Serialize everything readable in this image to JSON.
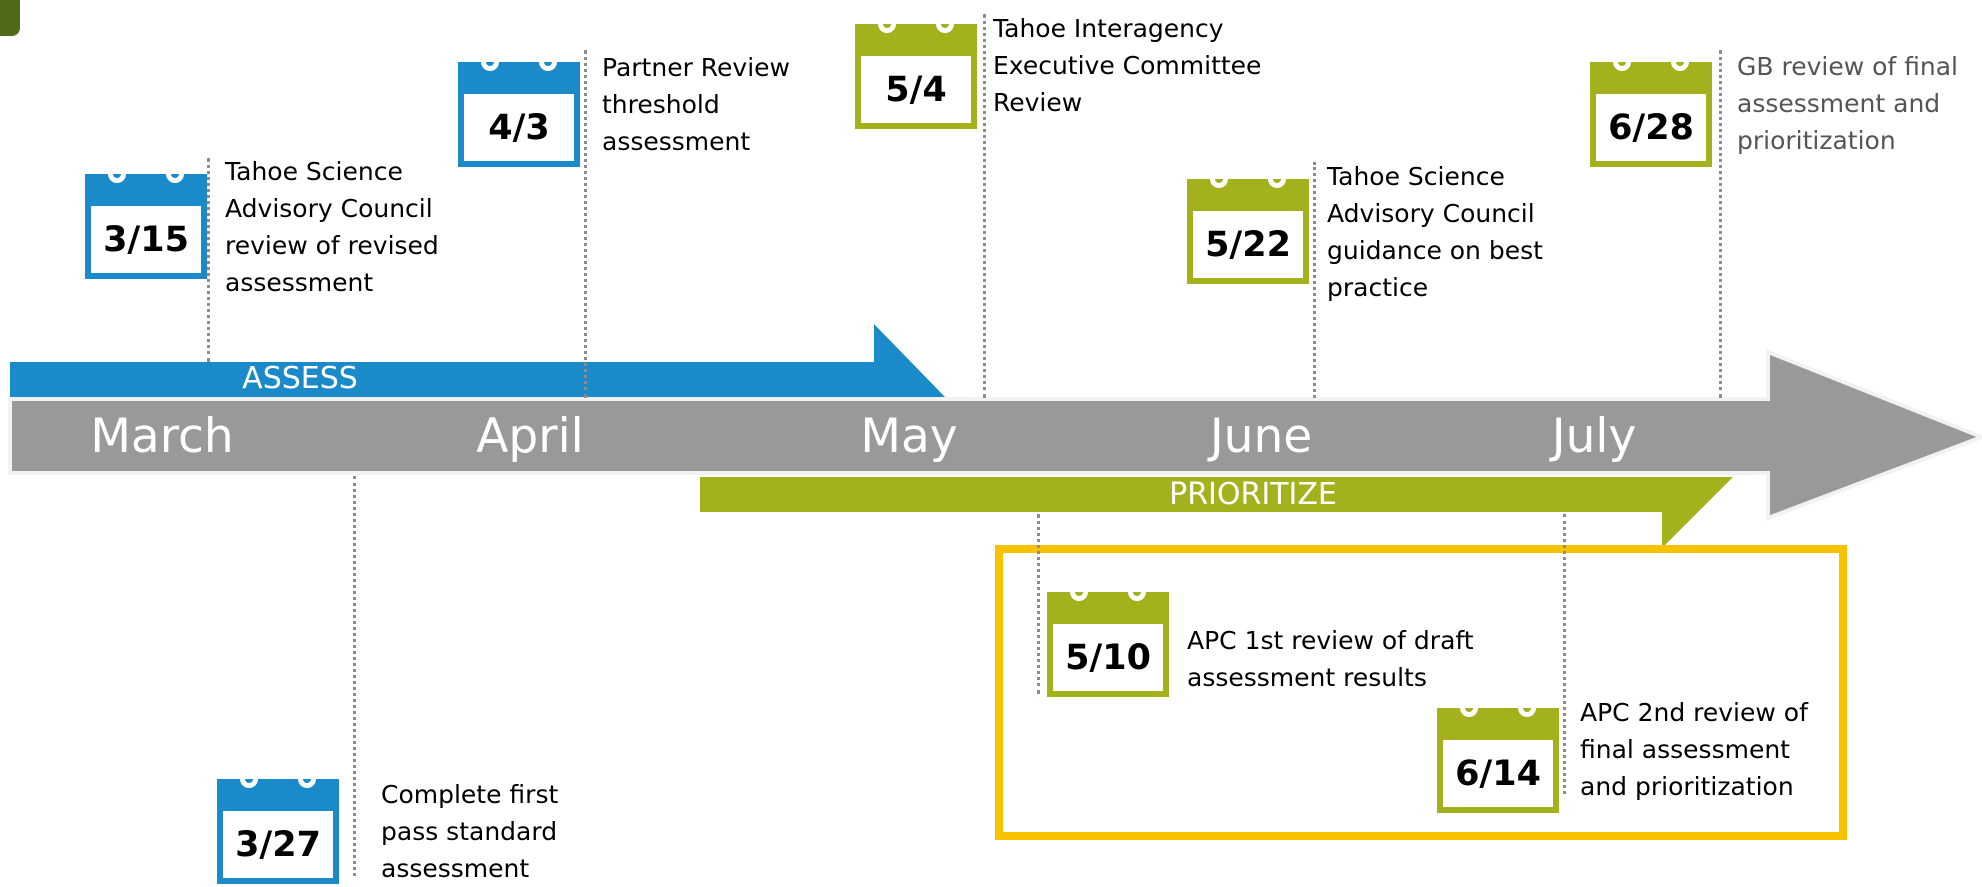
{
  "timeline": {
    "months": [
      "March",
      "April",
      "May",
      "June",
      "July"
    ]
  },
  "phases": {
    "assess": "ASSESS",
    "prioritize": "PRIORITIZE"
  },
  "colors": {
    "assess_blue": "#1a8ac9",
    "prioritize_green": "#a3b21c",
    "timeline_grey": "#999999",
    "highlight_box_yellow": "#f8c200"
  },
  "milestones": [
    {
      "date": "3/15",
      "lines": [
        "Tahoe Science",
        "Advisory Council",
        "review of revised",
        "assessment"
      ]
    },
    {
      "date": "4/3",
      "lines": [
        "Partner Review",
        "threshold",
        "assessment"
      ]
    },
    {
      "date": "5/4",
      "lines": [
        "Tahoe Interagency",
        "Executive Committee",
        "Review"
      ]
    },
    {
      "date": "5/22",
      "lines": [
        "Tahoe Science",
        "Advisory Council",
        "guidance on best",
        "practice"
      ]
    },
    {
      "date": "6/28",
      "lines": [
        "GB review of final",
        "assessment and",
        "prioritization"
      ]
    },
    {
      "date": "3/27",
      "lines": [
        "Complete first",
        "pass standard",
        "assessment"
      ]
    },
    {
      "date": "5/10",
      "lines": [
        "APC 1st review of draft",
        "assessment results"
      ]
    },
    {
      "date": "6/14",
      "lines": [
        "APC 2nd review of",
        "final assessment",
        "and prioritization"
      ]
    }
  ]
}
